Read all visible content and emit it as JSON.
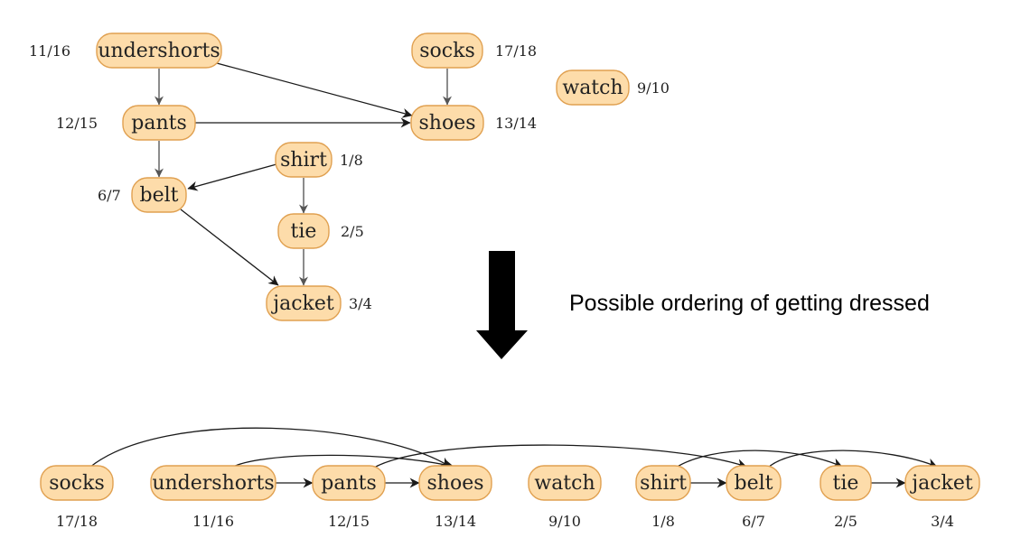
{
  "caption": "Possible ordering of getting dressed",
  "nodes": {
    "undershorts": {
      "label": "undershorts",
      "time": "11/16"
    },
    "socks": {
      "label": "socks",
      "time": "17/18"
    },
    "watch": {
      "label": "watch",
      "time": "9/10"
    },
    "pants": {
      "label": "pants",
      "time": "12/15"
    },
    "shoes": {
      "label": "shoes",
      "time": "13/14"
    },
    "shirt": {
      "label": "shirt",
      "time": "1/8"
    },
    "belt": {
      "label": "belt",
      "time": "6/7"
    },
    "tie": {
      "label": "tie",
      "time": "2/5"
    },
    "jacket": {
      "label": "jacket",
      "time": "3/4"
    }
  },
  "edges": [
    [
      "undershorts",
      "pants"
    ],
    [
      "undershorts",
      "shoes"
    ],
    [
      "socks",
      "shoes"
    ],
    [
      "pants",
      "shoes"
    ],
    [
      "pants",
      "belt"
    ],
    [
      "shirt",
      "belt"
    ],
    [
      "shirt",
      "tie"
    ],
    [
      "tie",
      "jacket"
    ],
    [
      "belt",
      "jacket"
    ]
  ],
  "ordering": [
    "socks",
    "undershorts",
    "pants",
    "shoes",
    "watch",
    "shirt",
    "belt",
    "tie",
    "jacket"
  ]
}
